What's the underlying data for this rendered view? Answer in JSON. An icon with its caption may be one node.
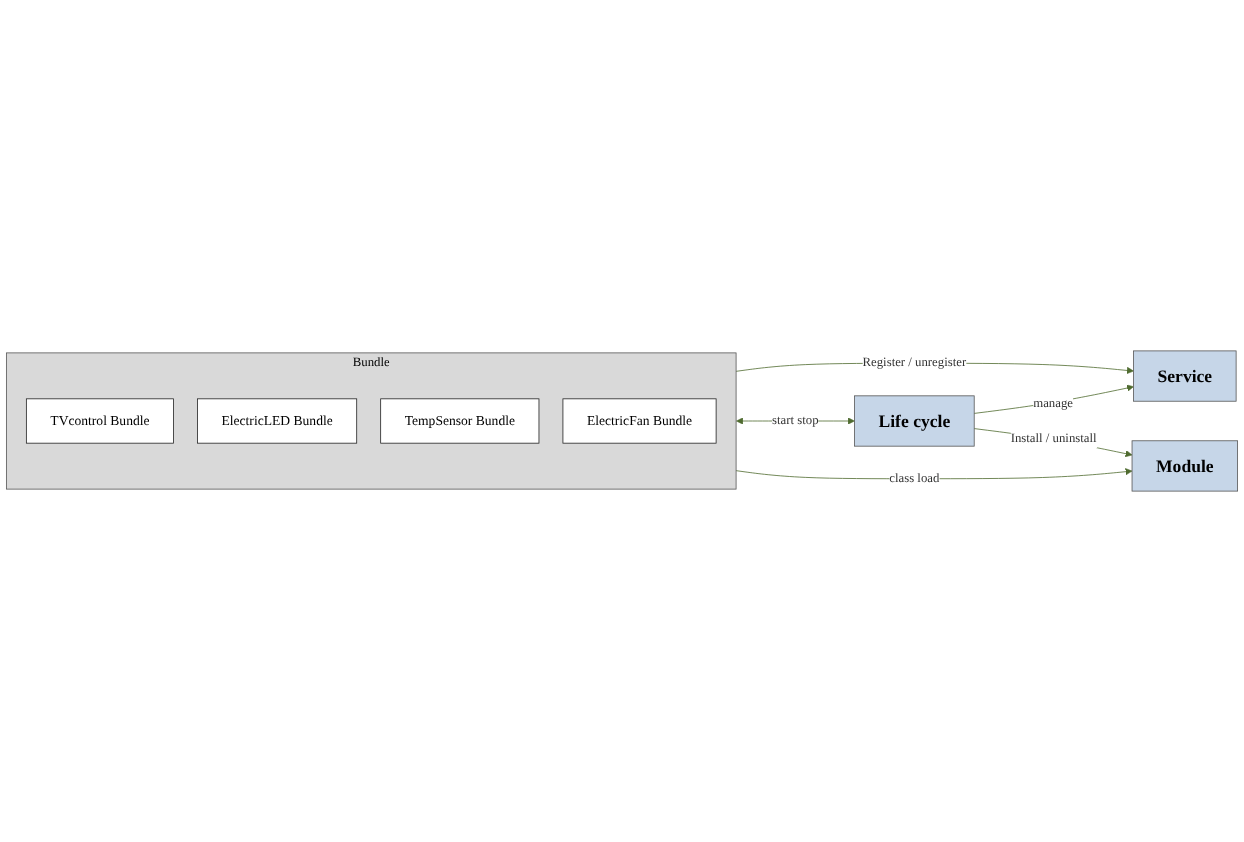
{
  "diagram": {
    "nodes": [
      {
        "text": [
          "Bundle"
        ]
      },
      {
        "text": [
          "TVcontrol Bundle"
        ],
        "in": 0
      },
      {
        "text": [
          "ElectricLED Bundle"
        ],
        "in": 0
      },
      {
        "text": [
          "TempSensor Bundle"
        ],
        "in": 0
      },
      {
        "text": [
          "ElectricFan Bundle"
        ],
        "in": 0
      },
      {
        "text": [
          "Service"
        ]
      },
      {
        "text": [
          "Life cycle"
        ]
      },
      {
        "text": [
          "Module"
        ]
      }
    ],
    "edges": [
      {
        "from": 0,
        "to": 5,
        "arrow": "to",
        "label": "Register / unregister"
      },
      {
        "from": 0,
        "to": 6,
        "arrow": "both",
        "label": "start stop"
      },
      {
        "from": 6,
        "to": 5,
        "arrow": "to",
        "label": "manage"
      },
      {
        "from": 6,
        "to": 7,
        "arrow": "to",
        "label": "Install / uninstall"
      },
      {
        "from": 0,
        "to": 7,
        "arrow": "to",
        "label": "class load"
      }
    ]
  }
}
